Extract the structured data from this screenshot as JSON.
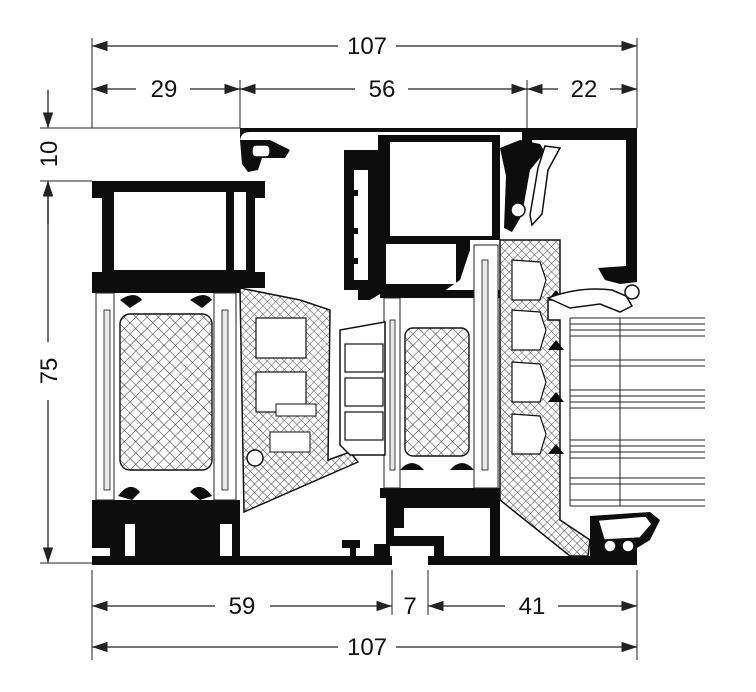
{
  "dimensions": {
    "top_overall": "107",
    "top_left": "29",
    "top_middle": "56",
    "top_right": "22",
    "left_top": "10",
    "left_main": "75",
    "bottom_left": "59",
    "bottom_gap": "7",
    "bottom_right": "41",
    "bottom_overall": "107"
  },
  "colors": {
    "profile": "#0d0d0d",
    "lines": "#222222",
    "background": "#ffffff"
  }
}
